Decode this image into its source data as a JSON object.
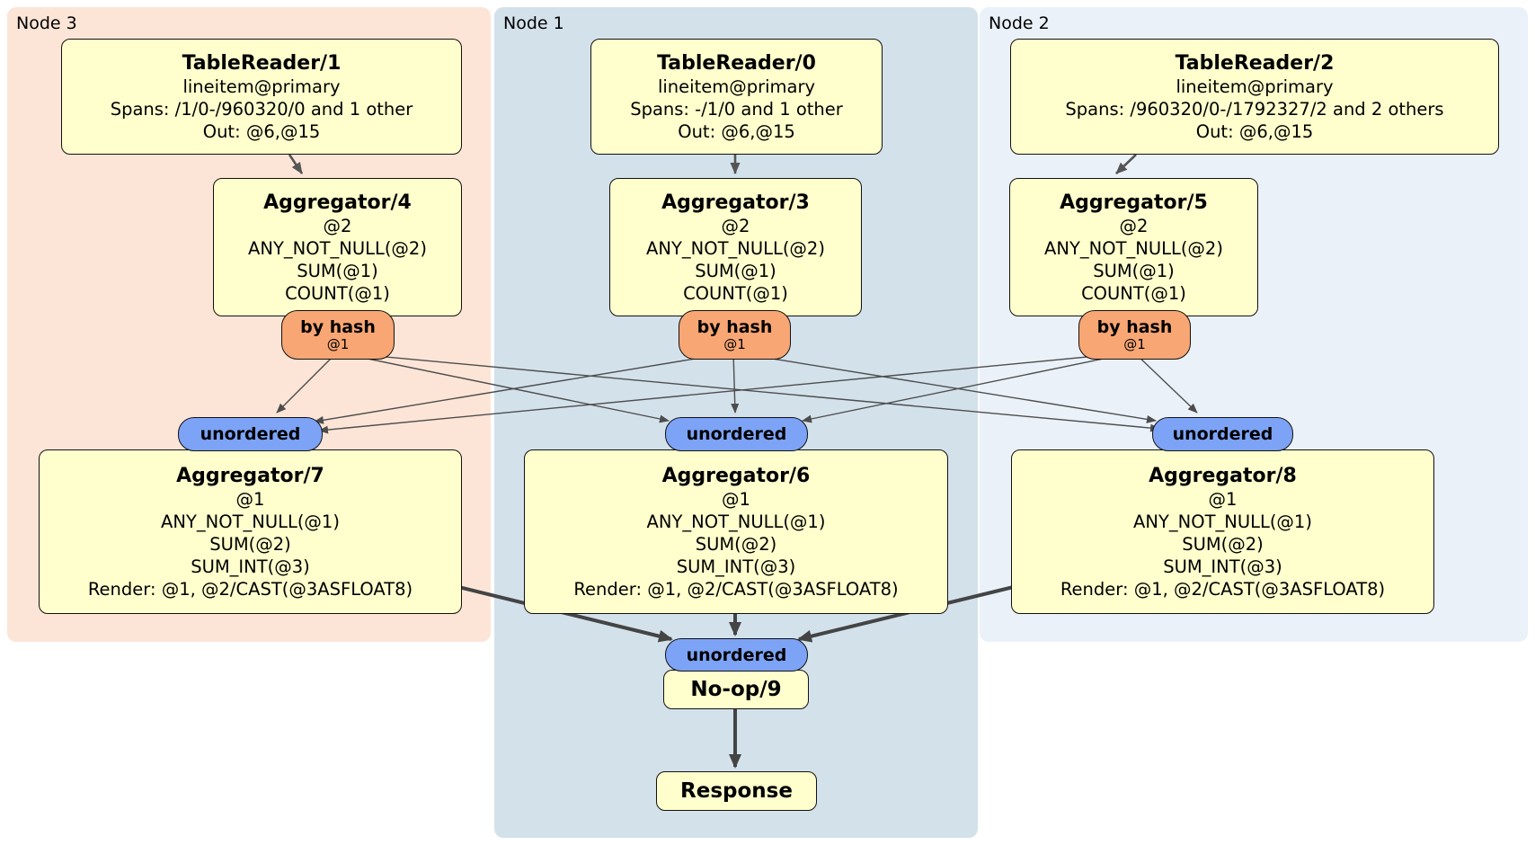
{
  "regions": {
    "node3": {
      "label": "Node 3"
    },
    "node1": {
      "label": "Node 1"
    },
    "node2": {
      "label": "Node 2"
    }
  },
  "processors": {
    "tr1": {
      "title": "TableReader/1",
      "lines": [
        "lineitem@primary",
        "Spans: /1/0-/960320/0 and 1 other",
        "Out: @6,@15"
      ]
    },
    "tr0": {
      "title": "TableReader/0",
      "lines": [
        "lineitem@primary",
        "Spans: -/1/0 and 1 other",
        "Out: @6,@15"
      ]
    },
    "tr2": {
      "title": "TableReader/2",
      "lines": [
        "lineitem@primary",
        "Spans: /960320/0-/1792327/2 and 2 others",
        "Out: @6,@15"
      ]
    },
    "agg4": {
      "title": "Aggregator/4",
      "lines": [
        "@2",
        "ANY_NOT_NULL(@2)",
        "SUM(@1)",
        "COUNT(@1)"
      ]
    },
    "agg3": {
      "title": "Aggregator/3",
      "lines": [
        "@2",
        "ANY_NOT_NULL(@2)",
        "SUM(@1)",
        "COUNT(@1)"
      ]
    },
    "agg5": {
      "title": "Aggregator/5",
      "lines": [
        "@2",
        "ANY_NOT_NULL(@2)",
        "SUM(@1)",
        "COUNT(@1)"
      ]
    },
    "agg7": {
      "title": "Aggregator/7",
      "lines": [
        "@1",
        "ANY_NOT_NULL(@1)",
        "SUM(@2)",
        "SUM_INT(@3)",
        "Render: @1, @2/CAST(@3ASFLOAT8)"
      ]
    },
    "agg6": {
      "title": "Aggregator/6",
      "lines": [
        "@1",
        "ANY_NOT_NULL(@1)",
        "SUM(@2)",
        "SUM_INT(@3)",
        "Render: @1, @2/CAST(@3ASFLOAT8)"
      ]
    },
    "agg8": {
      "title": "Aggregator/8",
      "lines": [
        "@1",
        "ANY_NOT_NULL(@1)",
        "SUM(@2)",
        "SUM_INT(@3)",
        "Render: @1, @2/CAST(@3ASFLOAT8)"
      ]
    },
    "noop": {
      "title": "No-op/9"
    },
    "response": {
      "title": "Response"
    }
  },
  "routers": {
    "hash4": {
      "label": "by hash",
      "detail": "@1"
    },
    "hash3": {
      "label": "by hash",
      "detail": "@1"
    },
    "hash5": {
      "label": "by hash",
      "detail": "@1"
    }
  },
  "syncs": {
    "un7": {
      "label": "unordered"
    },
    "un6": {
      "label": "unordered"
    },
    "un8": {
      "label": "unordered"
    },
    "un9": {
      "label": "unordered"
    }
  },
  "colors": {
    "node3_bg": "#fce5d7",
    "node1_bg": "#d3e1eb",
    "node2_bg": "#eaf1f9",
    "processor_bg": "#ffffcd",
    "router_bg": "#f7a674",
    "sync_bg": "#7da3f6",
    "edge": "#4d4d4d"
  }
}
